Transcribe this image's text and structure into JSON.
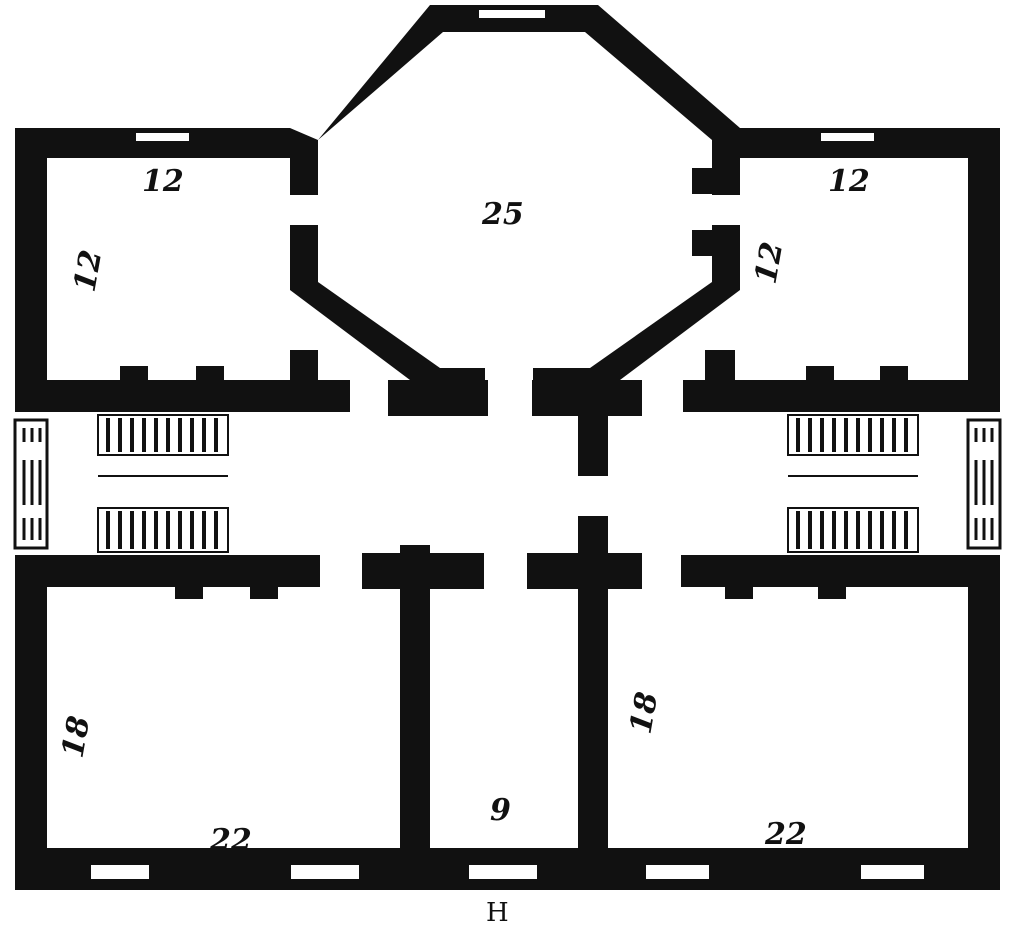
{
  "plan": {
    "wall_color": "#111111",
    "paper_color": "#ffffff",
    "rooms": {
      "octagon_hall": "25",
      "nw_room_width": "12",
      "nw_room_depth": "12",
      "ne_room_width": "12",
      "ne_room_depth": "12",
      "sw_room_depth": "18",
      "sw_room_width": "22",
      "vestibule_width": "9",
      "se_room_depth": "18",
      "se_room_width": "22"
    },
    "entrance_label": "H"
  }
}
